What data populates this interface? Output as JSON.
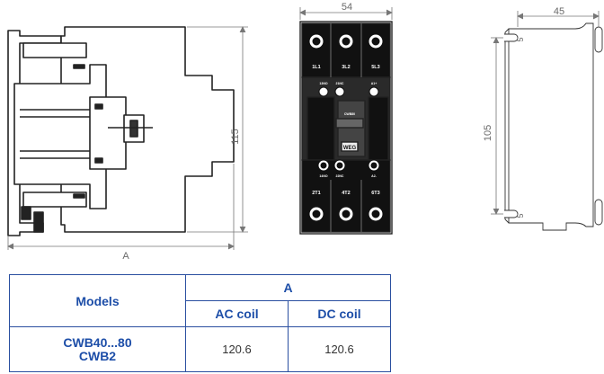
{
  "drawing": {
    "dim_height_side": "115",
    "dim_width_side": "A",
    "dim_width_front": "54",
    "dim_width_holes": "45",
    "dim_height_holes": "105",
    "dim_slot_top": "5",
    "dim_slot_bottom": "5",
    "terminals_top": [
      "1L1",
      "3L2",
      "5L3"
    ],
    "terminals_bottom": [
      "2T1",
      "4T2",
      "6T3"
    ],
    "aux_top": [
      "13NO",
      "21NC",
      "A1+"
    ],
    "aux_bottom": [
      "14NO",
      "22NC",
      "A2-"
    ],
    "model_plate": "CWB80",
    "logo": "WEG"
  },
  "table": {
    "models_header": "Models",
    "a_header": "A",
    "ac_header": "AC coil",
    "dc_header": "DC coil",
    "model_line1": "CWB40...80",
    "model_line2": "CWB2",
    "ac_value": "120.6",
    "dc_value": "120.6"
  }
}
